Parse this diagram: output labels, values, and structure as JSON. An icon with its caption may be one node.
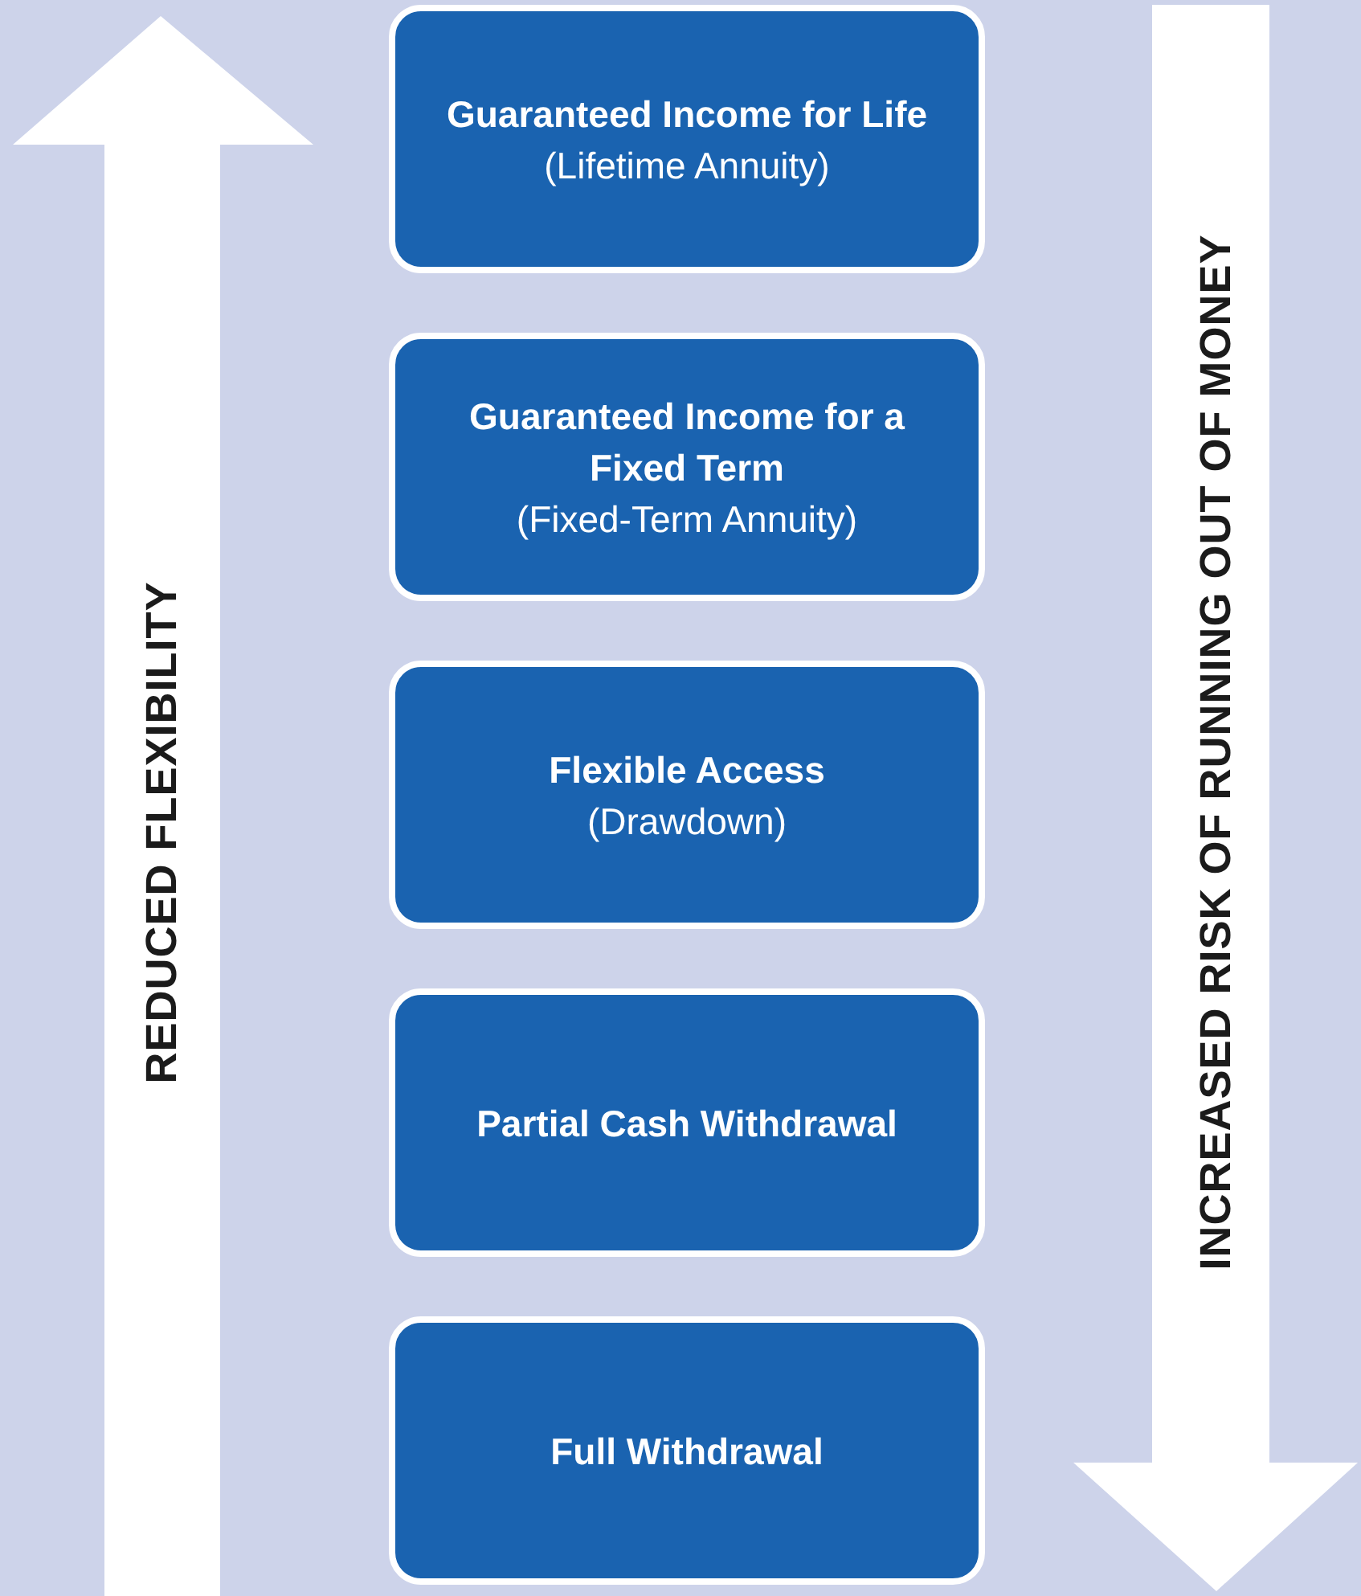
{
  "diagram": {
    "nodes": [
      {
        "text": [
          "Guaranteed Income for Life",
          "(Lifetime Annuity)"
        ]
      },
      {
        "text": [
          "Guaranteed Income for a Fixed Term",
          "(Fixed-Term Annuity)"
        ]
      },
      {
        "text": [
          "Flexible Access",
          "(Drawdown)"
        ]
      },
      {
        "text": [
          "Partial Cash Withdrawal"
        ]
      },
      {
        "text": [
          "Full Withdrawal"
        ]
      }
    ],
    "labels": [
      "REDUCED FLEXIBILITY",
      "INCREASED RISK OF RUNNING OUT OF MONEY"
    ]
  }
}
